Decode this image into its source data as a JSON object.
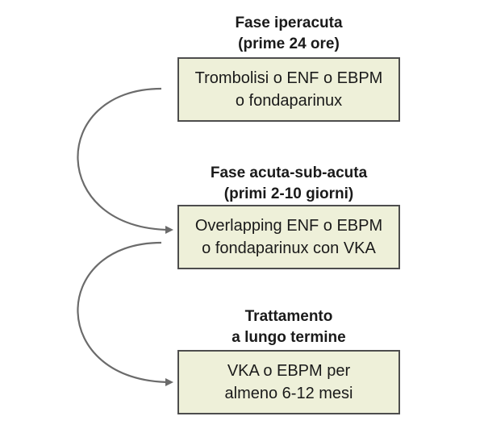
{
  "phases": [
    {
      "title_lines": [
        "Fase iperacuta",
        "(prime 24 ore)"
      ],
      "box_lines": [
        "Trombolisi o ENF o EBPM",
        "o fondaparinux"
      ]
    },
    {
      "title_lines": [
        "Fase acuta-sub-acuta",
        "(primi 2-10 giorni)"
      ],
      "box_lines": [
        "Overlapping ENF o EBPM",
        "o fondaparinux con VKA"
      ]
    },
    {
      "title_lines": [
        "Trattamento",
        "a lungo termine"
      ],
      "box_lines": [
        "VKA o EBPM per",
        "almeno 6-12 mesi"
      ]
    }
  ],
  "colors": {
    "box_fill": "#eef0d9",
    "box_border": "#4d4d4d",
    "arrow": "#6b6b6b",
    "text": "#1a1a1a"
  }
}
